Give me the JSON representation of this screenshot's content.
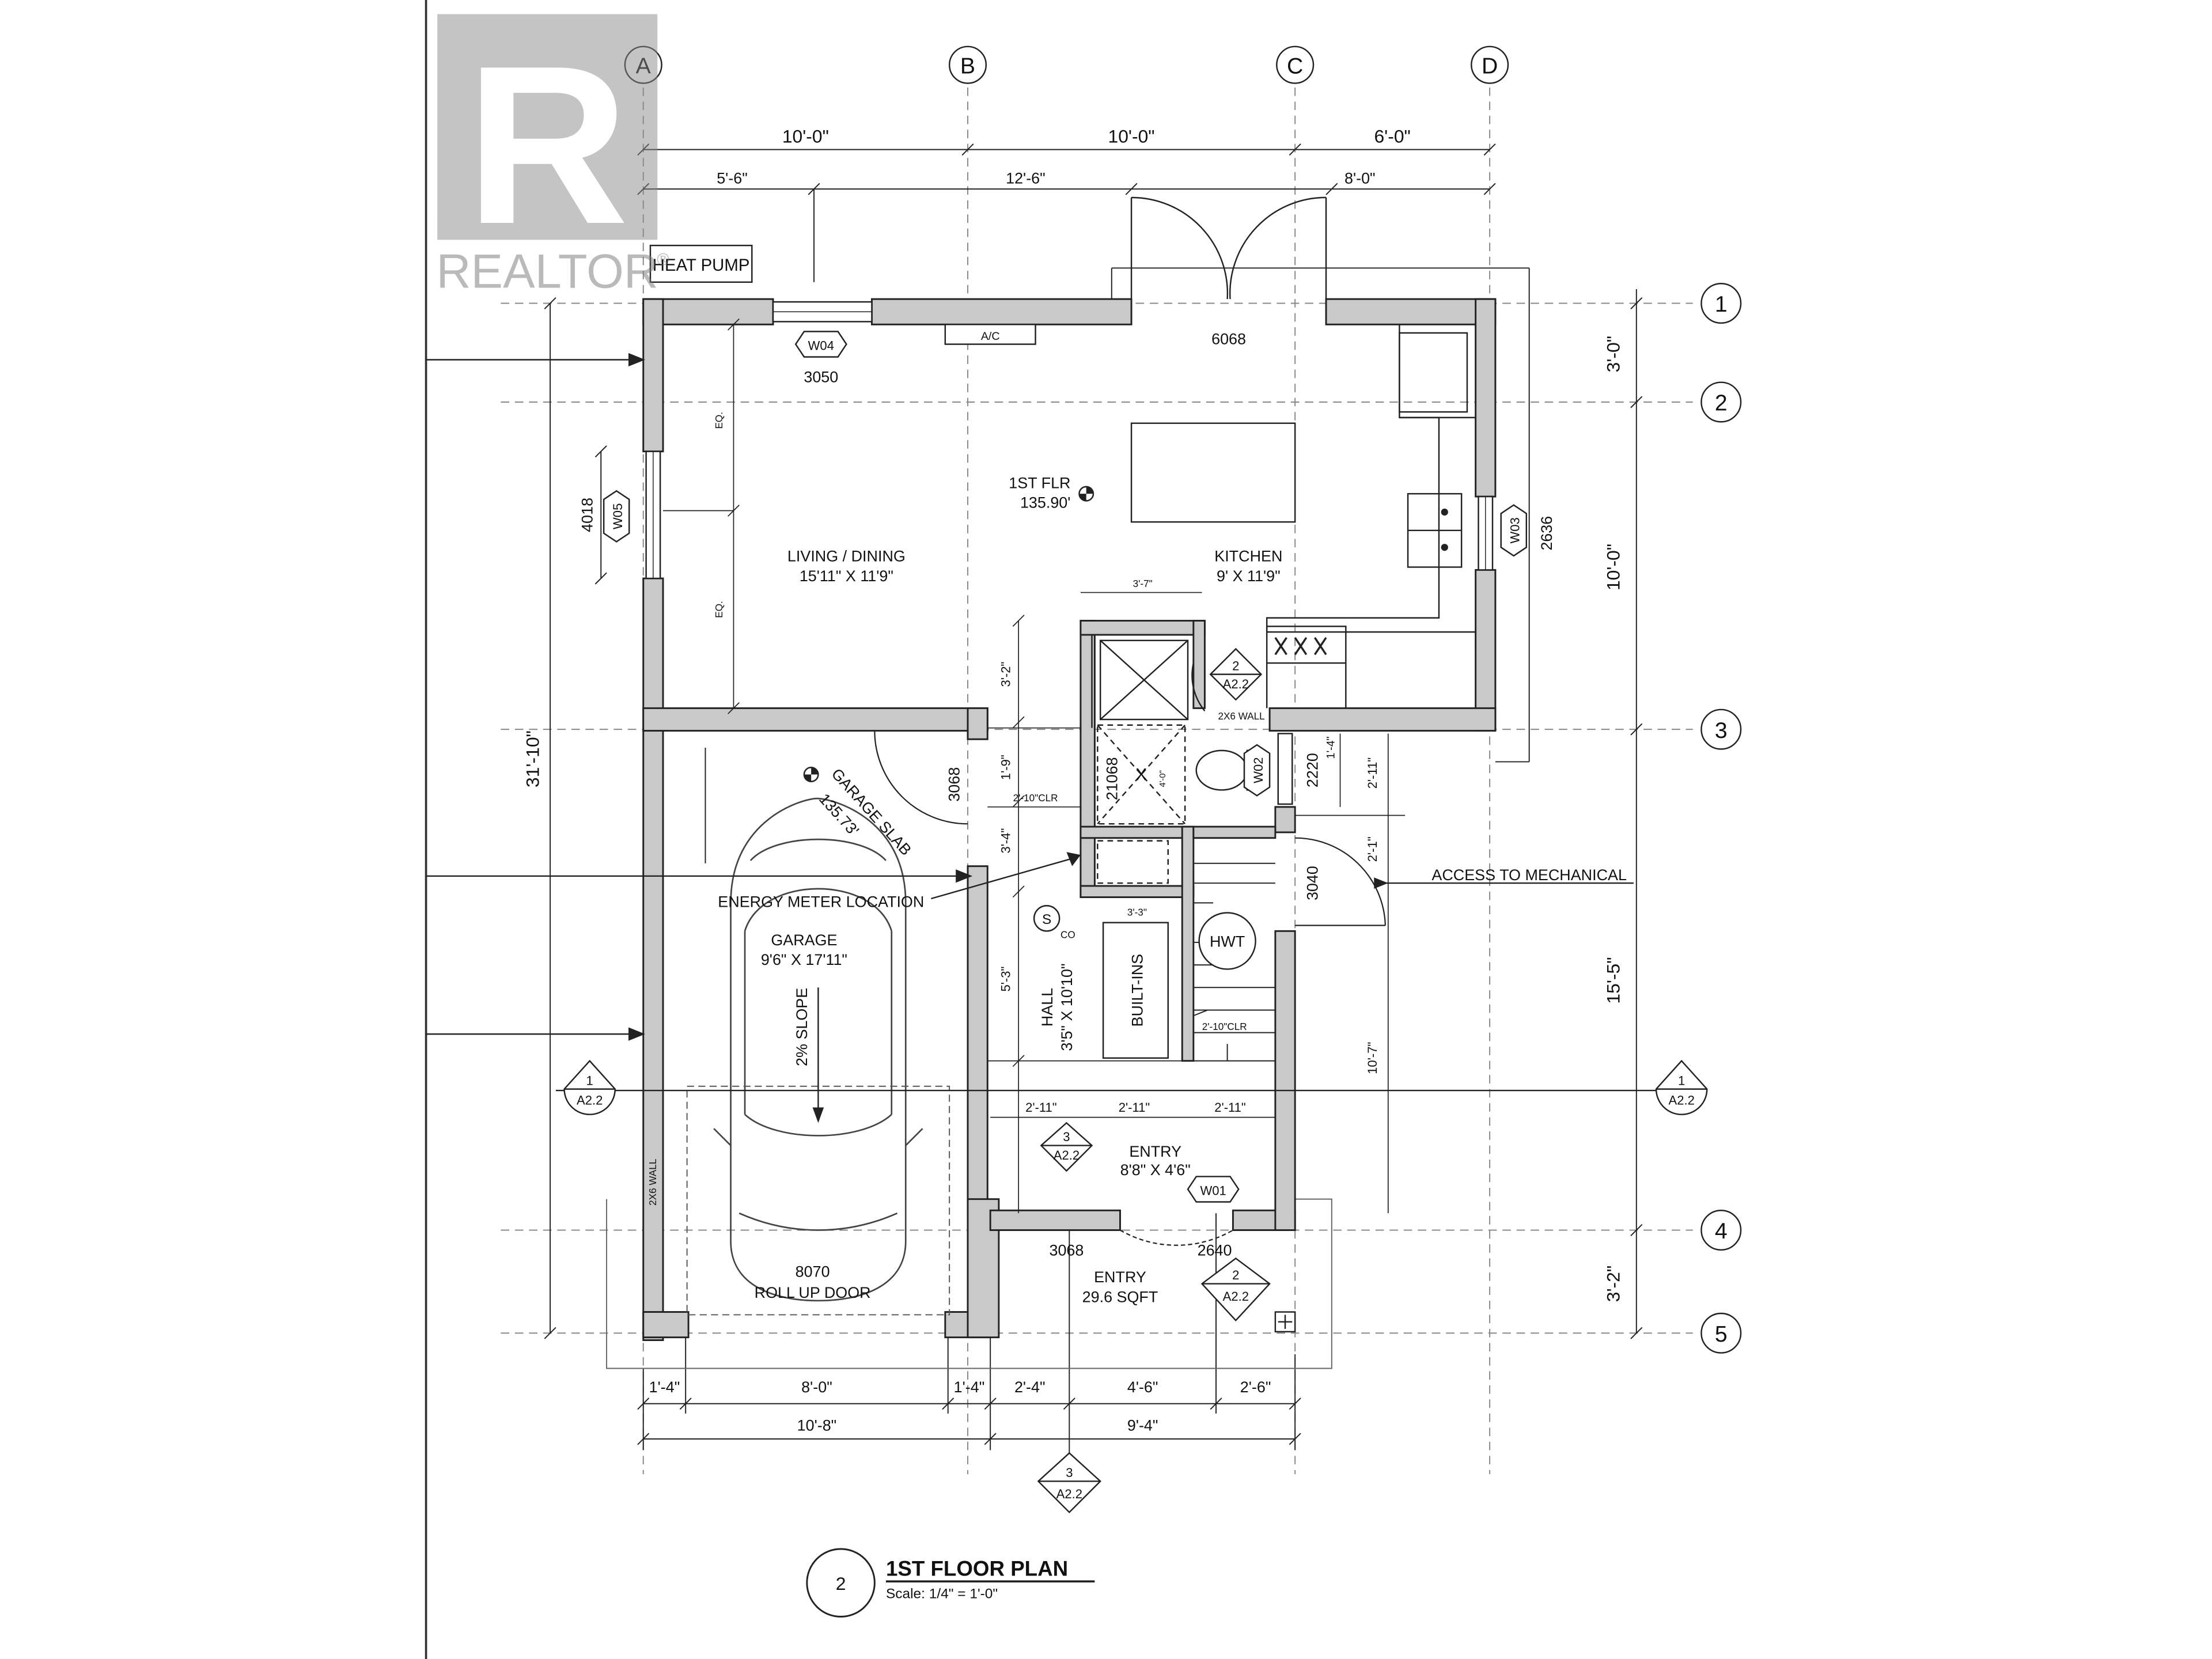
{
  "watermark": {
    "logo_letter": "R",
    "brand": "REALTOR",
    "reg_mark": "®"
  },
  "grid": {
    "columns": [
      "A",
      "B",
      "C",
      "D"
    ],
    "rows": [
      "1",
      "2",
      "3",
      "4",
      "5"
    ]
  },
  "dims_top": {
    "upper": [
      "10'-0\"",
      "10'-0\"",
      "6'-0\""
    ],
    "lower": [
      "5'-6\"",
      "12'-6\"",
      "8'-0\""
    ]
  },
  "dims_bottom": {
    "row1": [
      "1'-4\"",
      "8'-0\"",
      "1'-4\"",
      "2'-4\"",
      "4'-6\"",
      "2'-6\""
    ],
    "row2": [
      "10'-8\"",
      "9'-4\""
    ]
  },
  "dims_left": {
    "overall": "31'-10\"",
    "window_w05": "4018"
  },
  "dims_right": [
    "3'-0\"",
    "10'-0\"",
    "15'-5\"",
    "3'-2\""
  ],
  "rooms": {
    "living": {
      "name": "LIVING / DINING",
      "size": "15'11\" X 11'9\""
    },
    "kitchen": {
      "name": "KITCHEN",
      "size": "9' X 11'9\""
    },
    "garage": {
      "name": "GARAGE",
      "size": "9'6\" X 17'11\""
    },
    "hall": {
      "name": "HALL",
      "size": "3'5\" X 10'10\""
    },
    "entry": {
      "name": "ENTRY",
      "size": "8'8\" X 4'6\""
    },
    "entry_out": {
      "name": "ENTRY",
      "size": "29.6 SQFT"
    }
  },
  "elevations": {
    "first_floor": {
      "label": "1ST FLR",
      "value": "135.90'"
    },
    "garage_slab": {
      "label": "GARAGE SLAB",
      "value": "135.73'"
    }
  },
  "windows": {
    "w01": "W01",
    "w02": "W02",
    "w03": "W03",
    "w04": "W04",
    "w05": "W05"
  },
  "openings": {
    "w04_size": "3050",
    "top_door": "6068",
    "w03_size": "2636",
    "garage_door": "3068",
    "pantry_door": "21068",
    "w02_size": "2220",
    "mech_door": "3040",
    "roll_up_size": "8070",
    "roll_up_label": "ROLL UP DOOR",
    "entry_door": "3068",
    "entry_door2": "2640"
  },
  "notes": {
    "heat_pump": "HEAT PUMP",
    "ac": "A/C",
    "energy_meter": "ENERGY METER LOCATION",
    "access_mech": "ACCESS TO MECHANICAL",
    "slope": "2% SLOPE",
    "built_ins": "BUILT-INS",
    "hwt": "HWT",
    "smoke": "S",
    "co": "CO",
    "wall_2x6_a": "2X6 WALL",
    "wall_2x6_b": "2X6 WALL",
    "eq": "EQ.",
    "x": "X"
  },
  "small_dims": {
    "d3_7": "3'-7\"",
    "d3_2": "3'-2\"",
    "d1_9": "1'-9\"",
    "d2_10clr_a": "2'-10\"CLR",
    "d3_4": "3'-4\"",
    "d5_3": "5'-3\"",
    "d3_3": "3'-3\"",
    "d1_4": "1'-4\"",
    "d2_11_r": "2'-11\"",
    "d2_1": "2'-1\"",
    "d10_7": "10'-7\"",
    "d2_10clr_b": "2'-10\"CLR",
    "d2_11_a": "2'-11\"",
    "d2_11_b": "2'-11\"",
    "d2_11_c": "2'-11\"",
    "d4_0": "4'-0\""
  },
  "section_tags": {
    "s1_left": {
      "num": "1",
      "sheet": "A2.2"
    },
    "s1_right": {
      "num": "1",
      "sheet": "A2.2"
    },
    "s2_top": {
      "num": "2",
      "sheet": "A2.2"
    },
    "s2_bottom": {
      "num": "2",
      "sheet": "A2.2"
    },
    "s3_mid": {
      "num": "3",
      "sheet": "A2.2"
    },
    "s3_bottom": {
      "num": "3",
      "sheet": "A2.2"
    }
  },
  "title_block": {
    "number": "2",
    "title": "1ST FLOOR PLAN",
    "scale": "Scale: 1/4\" = 1'-0\""
  }
}
